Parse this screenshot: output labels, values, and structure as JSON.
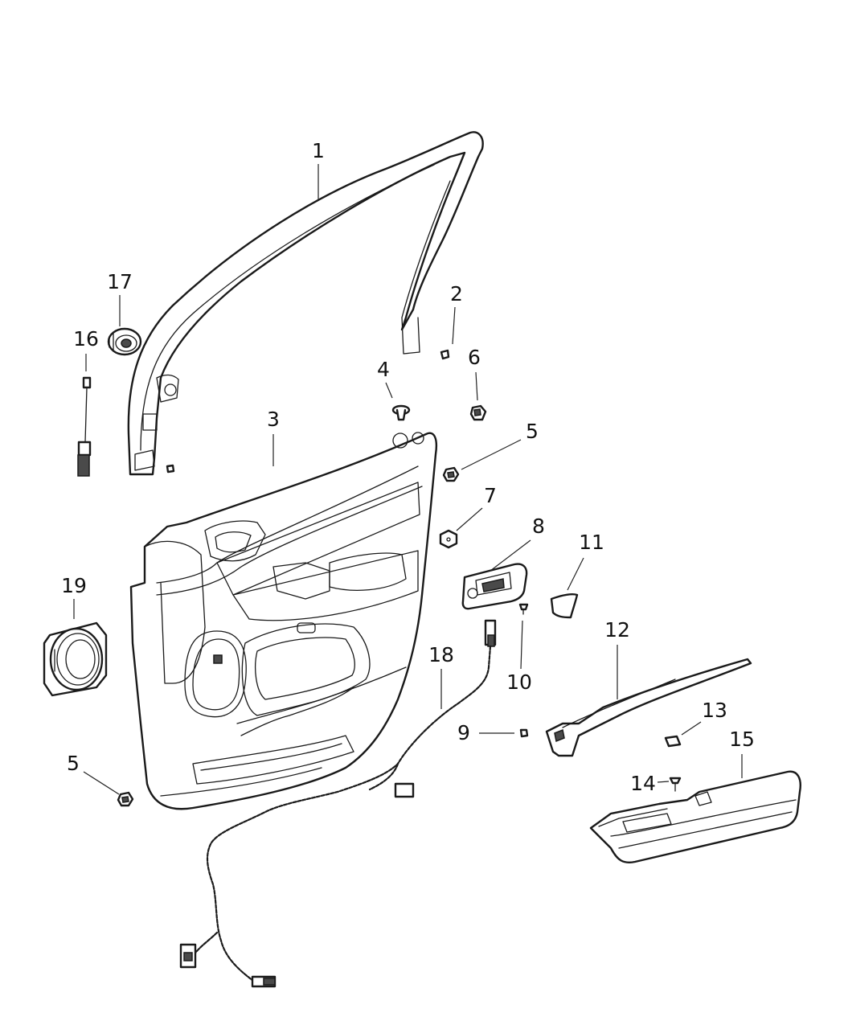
{
  "callouts": [
    {
      "id": "1",
      "label": "1"
    },
    {
      "id": "2",
      "label": "2"
    },
    {
      "id": "3",
      "label": "3"
    },
    {
      "id": "4",
      "label": "4"
    },
    {
      "id": "5a",
      "label": "5"
    },
    {
      "id": "5b",
      "label": "5"
    },
    {
      "id": "6",
      "label": "6"
    },
    {
      "id": "7",
      "label": "7"
    },
    {
      "id": "8",
      "label": "8"
    },
    {
      "id": "9",
      "label": "9"
    },
    {
      "id": "10",
      "label": "10"
    },
    {
      "id": "11",
      "label": "11"
    },
    {
      "id": "12",
      "label": "12"
    },
    {
      "id": "13",
      "label": "13"
    },
    {
      "id": "14",
      "label": "14"
    },
    {
      "id": "15",
      "label": "15"
    },
    {
      "id": "16",
      "label": "16"
    },
    {
      "id": "17",
      "label": "17"
    },
    {
      "id": "18",
      "label": "18"
    },
    {
      "id": "19",
      "label": "19"
    }
  ],
  "colors": {
    "line": "#1a1a1a",
    "background": "#ffffff"
  }
}
